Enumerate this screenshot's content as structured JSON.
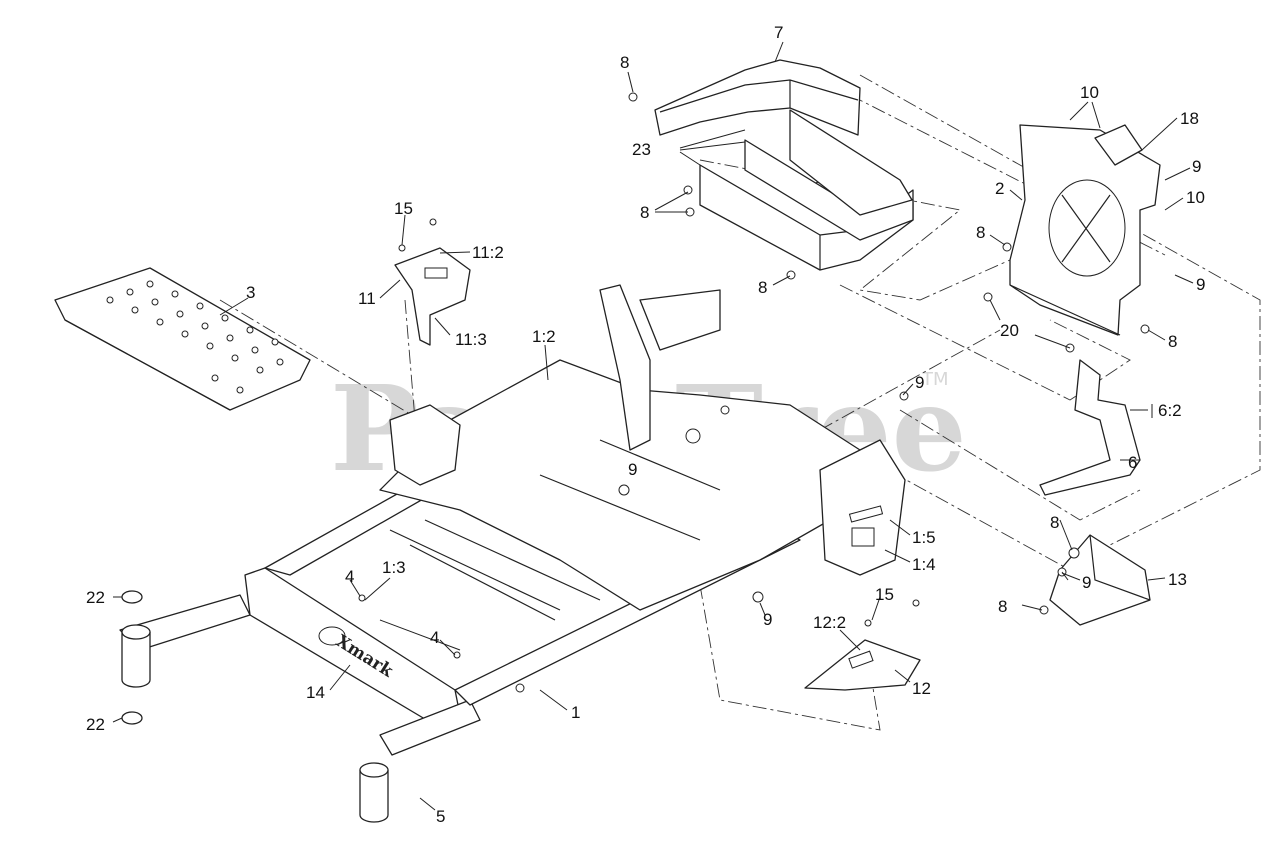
{
  "watermark": {
    "text": "PartsTree",
    "trademark": "TM"
  },
  "logo": {
    "text": "Xmark"
  },
  "callouts": [
    {
      "id": "c7",
      "label": "7"
    },
    {
      "id": "c8a",
      "label": "8"
    },
    {
      "id": "c10a",
      "label": "10"
    },
    {
      "id": "c18",
      "label": "18"
    },
    {
      "id": "c23",
      "label": "23"
    },
    {
      "id": "c9a",
      "label": "9"
    },
    {
      "id": "c2",
      "label": "2"
    },
    {
      "id": "c10b",
      "label": "10"
    },
    {
      "id": "c8b",
      "label": "8"
    },
    {
      "id": "c15a",
      "label": "15"
    },
    {
      "id": "c8c",
      "label": "8"
    },
    {
      "id": "c11_2",
      "label": "11:2"
    },
    {
      "id": "c3",
      "label": "3"
    },
    {
      "id": "c8d",
      "label": "8"
    },
    {
      "id": "c9b",
      "label": "9"
    },
    {
      "id": "c11",
      "label": "11"
    },
    {
      "id": "c11_3",
      "label": "11:3"
    },
    {
      "id": "c20",
      "label": "20"
    },
    {
      "id": "c8e",
      "label": "8"
    },
    {
      "id": "c1_2",
      "label": "1:2"
    },
    {
      "id": "c9c",
      "label": "9"
    },
    {
      "id": "c6_2",
      "label": "6:2"
    },
    {
      "id": "c9d",
      "label": "9"
    },
    {
      "id": "c6",
      "label": "6"
    },
    {
      "id": "c8f",
      "label": "8"
    },
    {
      "id": "c1_5",
      "label": "1:5"
    },
    {
      "id": "c1_4",
      "label": "1:4"
    },
    {
      "id": "c13",
      "label": "13"
    },
    {
      "id": "c9e",
      "label": "9"
    },
    {
      "id": "c8g",
      "label": "8"
    },
    {
      "id": "c22a",
      "label": "22"
    },
    {
      "id": "c1_3",
      "label": "1:3"
    },
    {
      "id": "c4a",
      "label": "4"
    },
    {
      "id": "c15b",
      "label": "15"
    },
    {
      "id": "c9f",
      "label": "9"
    },
    {
      "id": "c12_2",
      "label": "12:2"
    },
    {
      "id": "c4b",
      "label": "4"
    },
    {
      "id": "c12",
      "label": "12"
    },
    {
      "id": "c14",
      "label": "14"
    },
    {
      "id": "c1",
      "label": "1"
    },
    {
      "id": "c22b",
      "label": "22"
    },
    {
      "id": "c5",
      "label": "5"
    }
  ]
}
